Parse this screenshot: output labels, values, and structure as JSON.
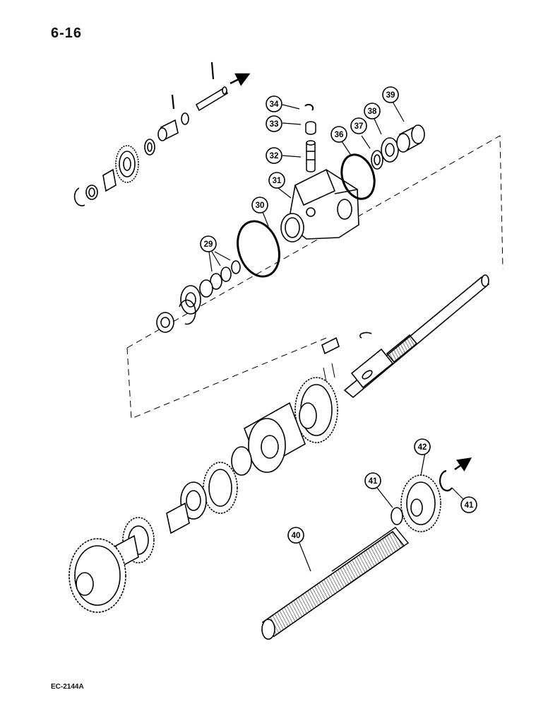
{
  "page": {
    "number": "6-16",
    "figure_ref": "EC-2144A"
  },
  "callouts": {
    "c29": "29",
    "c30": "30",
    "c31": "31",
    "c32": "32",
    "c33": "33",
    "c34": "34",
    "c36": "36",
    "c37": "37",
    "c38": "38",
    "c39": "39",
    "c40": "40",
    "c41a": "41",
    "c41b": "41",
    "c42": "42"
  }
}
